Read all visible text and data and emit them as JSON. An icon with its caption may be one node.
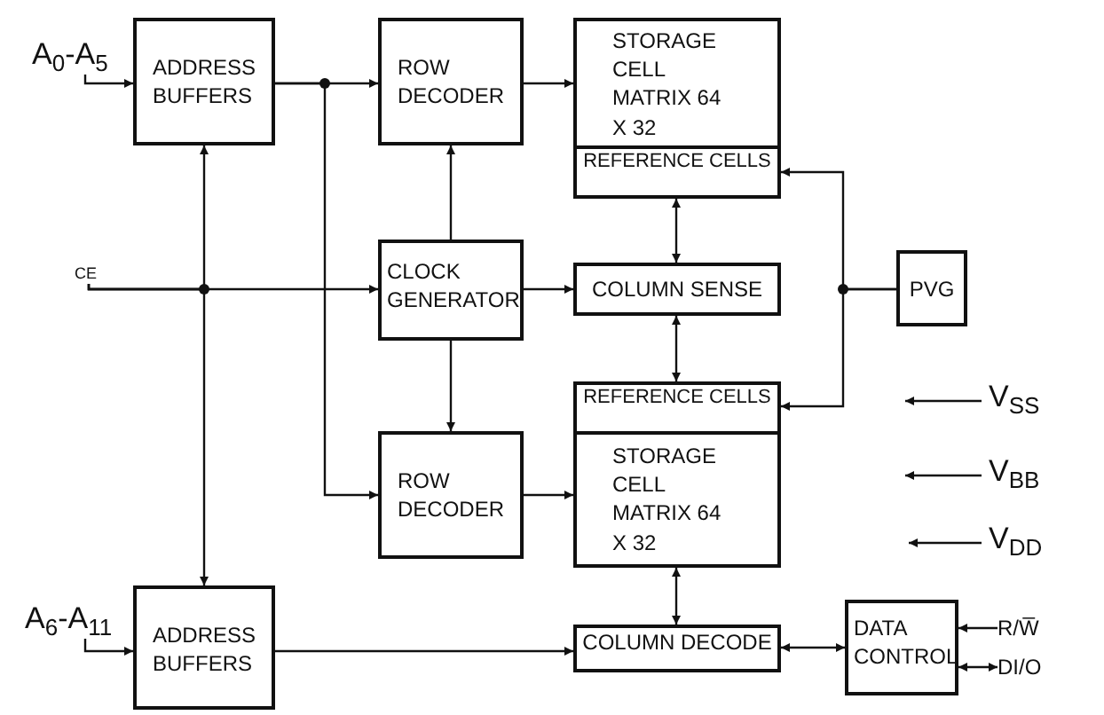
{
  "diagram": {
    "nodes": [
      {
        "text": [
          "A$_{0}$-A$_{5}$"
        ]
      },
      {
        "text": [
          "ADDRESS BUFFERS"
        ]
      },
      {
        "text": [
          "ROW DECODER"
        ]
      },
      {
        "text": [
          "STORAGE CELL MATRIX 64 X 32"
        ]
      },
      {
        "text": [
          "REFERENCE CELLS"
        ],
        "in": 3
      },
      {
        "text": [
          "CE"
        ]
      },
      {
        "text": [
          "CLOCK GENERATOR"
        ]
      },
      {
        "text": [
          "COLUMN SENSE"
        ]
      },
      {
        "text": [
          "PVG"
        ]
      },
      {
        "text": [
          "STORAGE CELL MATRIX 64 X 32"
        ]
      },
      {
        "text": [
          "REFERENCE CELLS"
        ],
        "in": 9
      },
      {
        "text": [
          "V$_{SS}$"
        ]
      },
      {
        "text": [
          "V$_{BB}$"
        ]
      },
      {
        "text": [
          "V$_{DD}$"
        ]
      },
      {
        "text": [
          "ROW DECODER"
        ]
      },
      {
        "text": [
          "A$_{6}$-A$_{11}$"
        ]
      },
      {
        "text": [
          "ADDRESS BUFFERS"
        ]
      },
      {
        "text": [
          "COLUMN DECODE"
        ]
      },
      {
        "text": [
          "DATA CONTROL"
        ]
      },
      {
        "text": [
          "R/W̅"
        ]
      },
      {
        "text": [
          "DI/O"
        ]
      }
    ],
    "edges": [
      {
        "from": 0,
        "to": 1,
        "arrow": "to"
      },
      {
        "from": 1,
        "to": 2,
        "arrow": "to"
      },
      {
        "from": 1,
        "to": 14,
        "arrow": "to"
      },
      {
        "from": 2,
        "to": 3,
        "arrow": "to"
      },
      {
        "from": 5,
        "to": 1,
        "arrow": "to"
      },
      {
        "from": 5,
        "to": 6,
        "arrow": "to"
      },
      {
        "from": 5,
        "to": 16,
        "arrow": "to"
      },
      {
        "from": 6,
        "to": 2,
        "arrow": "to"
      },
      {
        "from": 6,
        "to": 14,
        "arrow": "to"
      },
      {
        "from": 6,
        "to": 7,
        "arrow": "to"
      },
      {
        "from": 4,
        "to": 7,
        "arrow": "both"
      },
      {
        "from": 7,
        "to": 10,
        "arrow": "both"
      },
      {
        "from": 8,
        "to": 4,
        "arrow": "to"
      },
      {
        "from": 8,
        "to": 10,
        "arrow": "to"
      },
      {
        "from": 14,
        "to": 9,
        "arrow": "to"
      },
      {
        "from": 15,
        "to": 16,
        "arrow": "to"
      },
      {
        "from": 9,
        "to": 17,
        "arrow": "both"
      },
      {
        "from": 16,
        "to": 17,
        "arrow": "to"
      },
      {
        "from": 17,
        "to": 18,
        "arrow": "both"
      },
      {
        "from": 19,
        "to": 18,
        "arrow": "to"
      },
      {
        "from": 20,
        "to": 18,
        "arrow": "both"
      },
      {
        "from": 11,
        "to": null,
        "arrow": "to"
      },
      {
        "from": 12,
        "to": null,
        "arrow": "to"
      },
      {
        "from": 13,
        "to": null,
        "arrow": "to"
      }
    ]
  }
}
